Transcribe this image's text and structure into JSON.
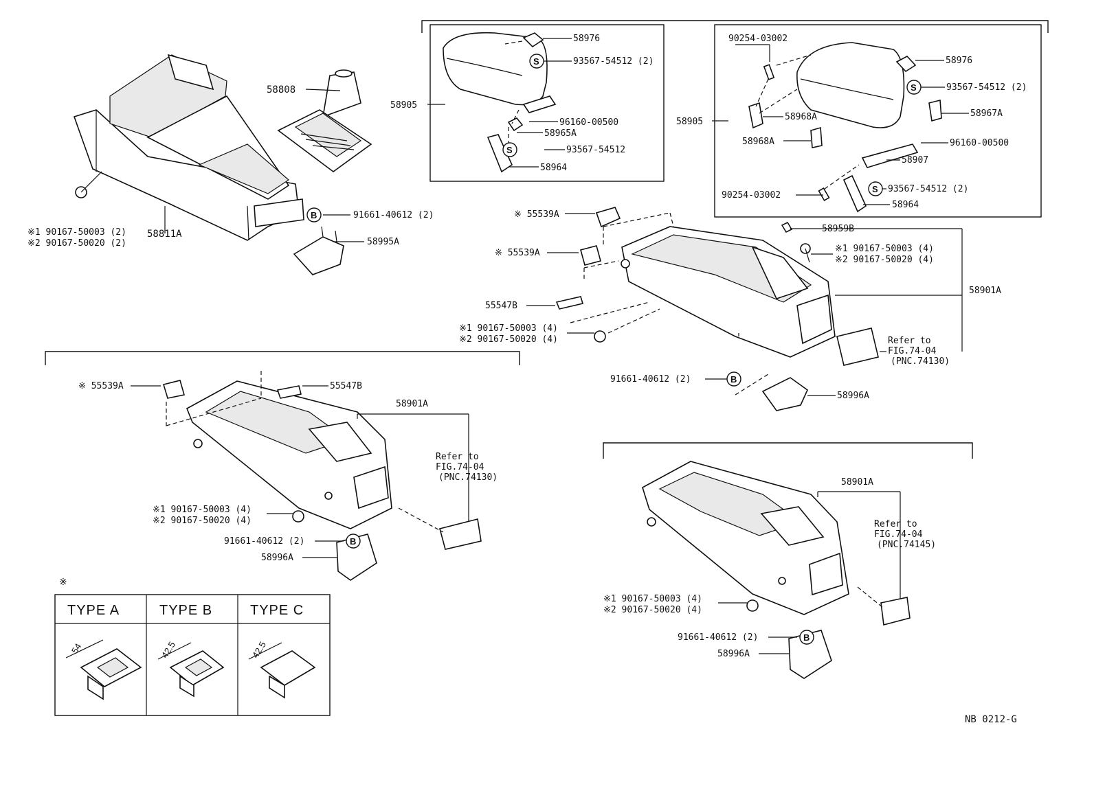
{
  "drawing_code": "NB 0212-G",
  "callout_s": "S",
  "callout_b": "B",
  "star_mark": "※",
  "labels": {
    "p58808": "58808",
    "p58811A": "58811A",
    "tl_note1": "※1 90167-50003 (2)",
    "tl_note2": "※2 90167-50020 (2)",
    "tl_bolt": "91661-40612 (2)",
    "tl_bracket": "58995A",
    "a1_58976": "58976",
    "a1_93567_2": "93567-54512 (2)",
    "a1_58905": "58905",
    "a1_96160": "96160-00500",
    "a1_58965A": "58965A",
    "a1_93567": "93567-54512",
    "a1_58964": "58964",
    "a2_90254_top": "90254-03002",
    "a2_58976": "58976",
    "a2_93567_2": "93567-54512 (2)",
    "a2_58905": "58905",
    "a2_58968A_1": "58968A",
    "a2_58967A": "58967A",
    "a2_58968A_2": "58968A",
    "a2_96160": "96160-00500",
    "a2_58907": "58907",
    "a2_90254_bot": "90254-03002",
    "a2_93567_2b": "93567-54512 (2)",
    "a2_58964": "58964",
    "m_55539A_1": "※ 55539A",
    "m_55539A_2": "※ 55539A",
    "m_58959B": "58959B",
    "m_note1": "※1 90167-50003 (4)",
    "m_note2": "※2 90167-50020 (4)",
    "m_58901A": "58901A",
    "m_55547B": "55547B",
    "m_note3": "※1 90167-50003 (4)",
    "m_note4": "※2 90167-50020 (4)",
    "m_refer1": "Refer to",
    "m_refer2": "FIG.74-04",
    "m_refer3": "(PNC.74130)",
    "m_bolt": "91661-40612 (2)",
    "m_58996A": "58996A",
    "bl_55539A": "※ 55539A",
    "bl_55547B": "55547B",
    "bl_58901A": "58901A",
    "bl_refer1": "Refer to",
    "bl_refer2": "FIG.74-04",
    "bl_refer3": "(PNC.74130)",
    "bl_note1": "※1 90167-50003 (4)",
    "bl_note2": "※2 90167-50020 (4)",
    "bl_bolt": "91661-40612 (2)",
    "bl_58996A": "58996A",
    "br_58901A": "58901A",
    "br_refer1": "Refer to",
    "br_refer2": "FIG.74-04",
    "br_refer3": "(PNC.74145)",
    "br_note1": "※1 90167-50003 (4)",
    "br_note2": "※2 90167-50020 (4)",
    "br_bolt": "91661-40612 (2)",
    "br_58996A": "58996A"
  },
  "type_table": {
    "header_mark": "※",
    "types": [
      "TYPE A",
      "TYPE B",
      "TYPE C"
    ],
    "dims": [
      "54",
      "42.5",
      "42.5"
    ]
  }
}
